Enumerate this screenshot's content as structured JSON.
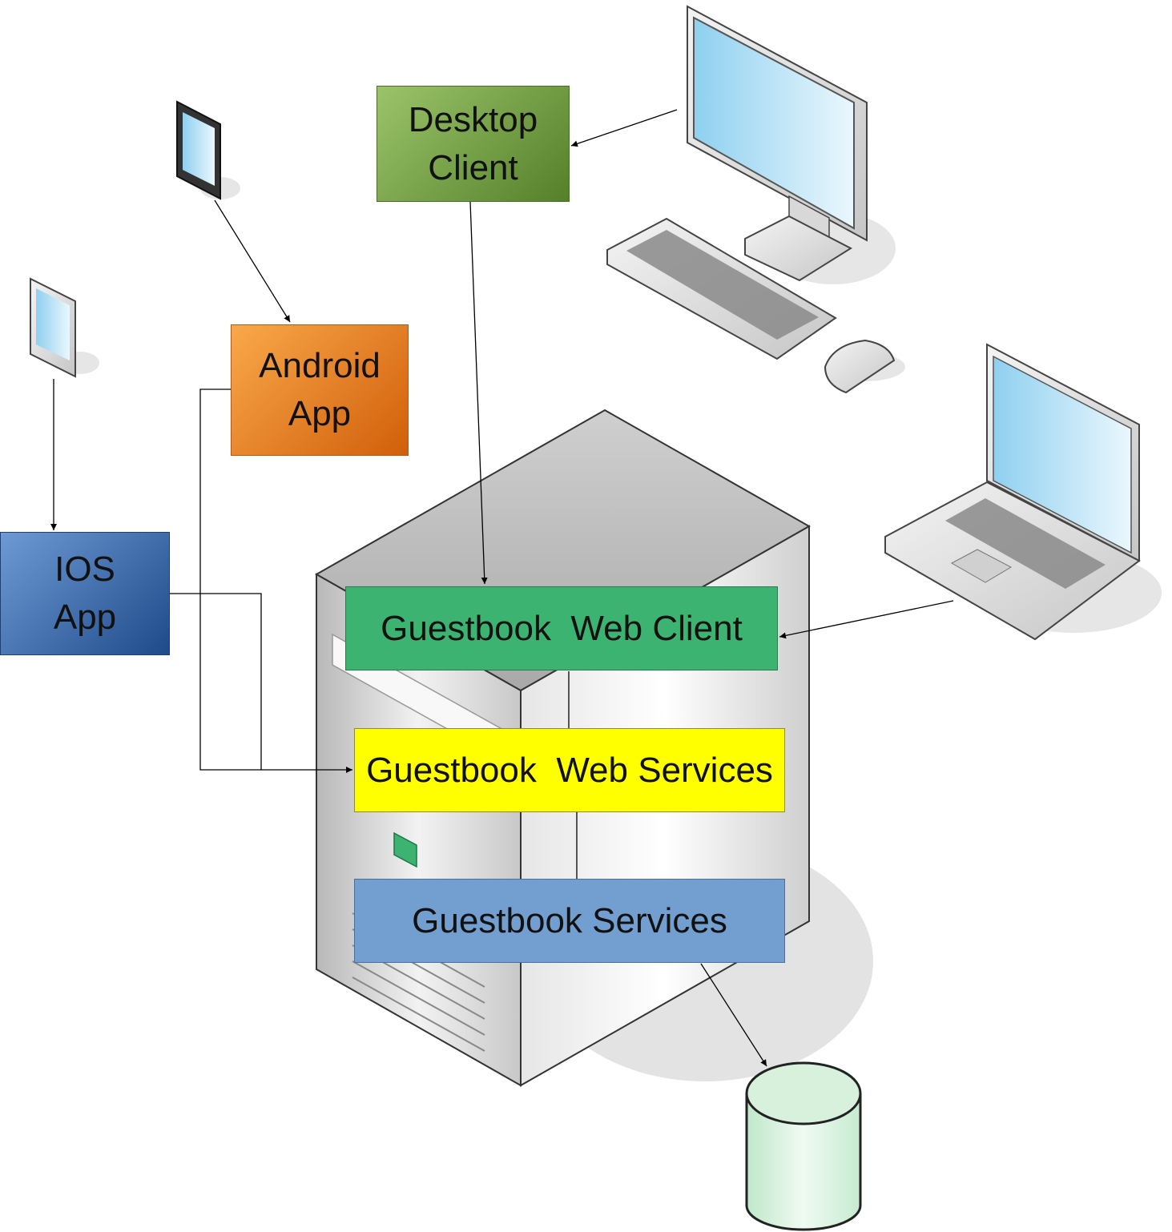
{
  "nodes": {
    "desktop_client": {
      "line1": "Desktop",
      "line2": "Client"
    },
    "android_app": {
      "line1": "Android",
      "line2": "App"
    },
    "ios_app": {
      "line1": "IOS",
      "line2": "App"
    },
    "web_client": {
      "label": "Guestbook  Web Client"
    },
    "web_services": {
      "label": "Guestbook  Web Services"
    },
    "services": {
      "label": "Guestbook Services"
    }
  },
  "icons": [
    "tablet-icon",
    "phone-icon",
    "desktop-computer-icon",
    "keyboard-icon",
    "mouse-icon",
    "laptop-icon",
    "server-icon",
    "database-icon"
  ],
  "colors": {
    "desktop_client": "#6e9a3c",
    "android_app": "#e07a1a",
    "ios_app": "#3a68a8",
    "web_client": "#3cb371",
    "web_services": "#ffff00",
    "services": "#729fcf",
    "database": "#cfeed8"
  }
}
